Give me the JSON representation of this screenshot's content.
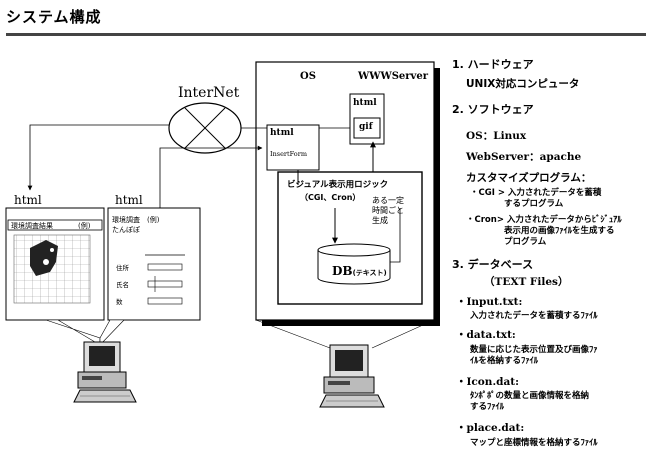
{
  "title": "システム構成",
  "diagram": {
    "internet_label": "InterNet",
    "os_label": "OS",
    "www_server_label": "WWWServer",
    "html_label": "html",
    "gif_label": "gif",
    "insertform_label": "InsertForm",
    "logic_label_line1": "ビジュアル表示用ロジック",
    "logic_label_line2": "（CGI、Cron）",
    "periodic_label_line1": "ある一定",
    "periodic_label_line2": "時間ごと",
    "periodic_label_line3": "生成",
    "db_label": "DB",
    "db_sub_label": "(テキスト)",
    "left_html_label": "html",
    "mid_html_label": "html",
    "result_window_title": "環境調査結果",
    "result_window_example": "(例)",
    "survey_form_title": "環境調査　(例)",
    "survey_form_subtitle": "たんぽぽ",
    "survey_field_1": "住所",
    "survey_field_2": "氏名",
    "survey_field_3": "数"
  },
  "right_panel": {
    "sec1_title": "1. ハードウェア",
    "sec1_item": "UNIX対応コンピュータ",
    "sec2_title": "2. ソフトウェア",
    "os_item": "OS：Linux",
    "web_item": "WebServer：apache",
    "custom_item": "カスタマイズプログラム：",
    "cgi_line1": "・CGI > 入力されたデータを蓄積",
    "cgi_line2": "するプログラム",
    "cron_line1": "・Cron> 入力されたデータからﾋﾞｼﾞｭｱﾙ",
    "cron_line2": "表示用の画像ﾌｧｲﾙを生成する",
    "cron_line3": "プログラム",
    "sec3_title": "3. データベース",
    "sec3_sub": "（TEXT Files）",
    "file1": "・Input.txt:",
    "file1_desc": "入力されたデータを蓄積するﾌｧｲﾙ",
    "file2": "・data.txt:",
    "file2_desc1": "数量に応じた表示位置及び画像ﾌｧ",
    "file2_desc2": "ｲﾙを格納するﾌｧｲﾙ",
    "file3": "・Icon.dat:",
    "file3_desc1": "ﾀﾝﾎﾟﾎﾟの数量と画像情報を格納",
    "file3_desc2": "するﾌｧｲﾙ",
    "file4": "・place.dat:",
    "file4_desc": "マップと座標情報を格納するﾌｧｲﾙ"
  }
}
